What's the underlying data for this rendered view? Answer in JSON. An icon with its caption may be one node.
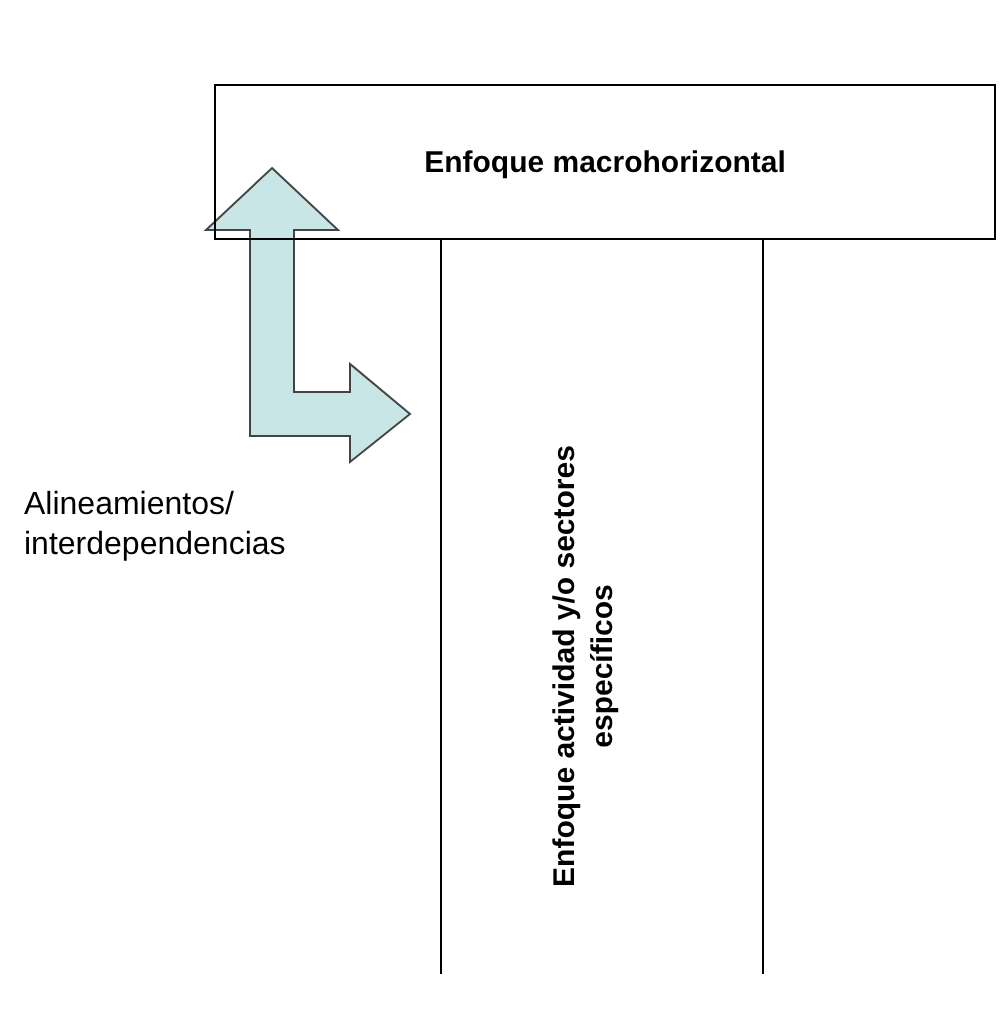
{
  "diagram": {
    "nodes": [
      {
        "text": [
          "Enfoque macrohorizontal"
        ]
      },
      {
        "text": [
          "Enfoque actividad y/o sectores específicos"
        ]
      }
    ],
    "labels": [
      "Alineamientos/ interdependencias"
    ]
  }
}
